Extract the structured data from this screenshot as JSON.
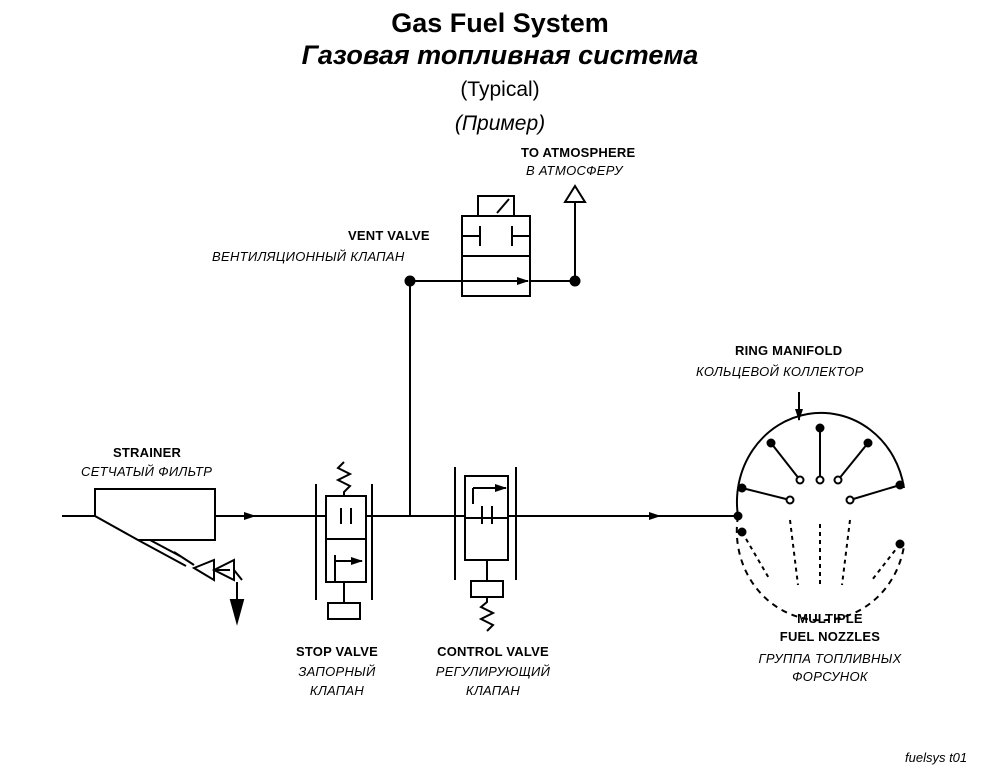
{
  "title": {
    "en": "Gas Fuel System",
    "ru": "Газовая топливная система",
    "typical_en": "(Typical)",
    "typical_ru": "(Пример)"
  },
  "labels": {
    "to_atmosphere_en": "TO ATMOSPHERE",
    "to_atmosphere_ru": "В АТМОСФЕРУ",
    "vent_valve_en": "VENT  VALVE",
    "vent_valve_ru": "ВЕНТИЛЯЦИОННЫЙ КЛАПАН",
    "ring_manifold_en": "RING MANIFOLD",
    "ring_manifold_ru": "КОЛЬЦЕВОЙ КОЛЛЕКТОР",
    "strainer_en": "STRAINER",
    "strainer_ru": "СЕТЧАТЫЙ ФИЛЬТР",
    "stop_valve_en": "STOP  VALVE",
    "stop_valve_ru_1": "ЗАПОРНЫЙ",
    "stop_valve_ru_2": "КЛАПАН",
    "control_valve_en": "CONTROL  VALVE",
    "control_valve_ru_1": "РЕГУЛИРУЮЩИЙ",
    "control_valve_ru_2": "КЛАПАН",
    "nozzles_en_1": "MULTIPLE",
    "nozzles_en_2": "FUEL NOZZLES",
    "nozzles_ru_1": "ГРУППА ТОПЛИВНЫХ",
    "nozzles_ru_2": "ФОРСУНОК"
  },
  "figure_code": "fuelsys t01"
}
